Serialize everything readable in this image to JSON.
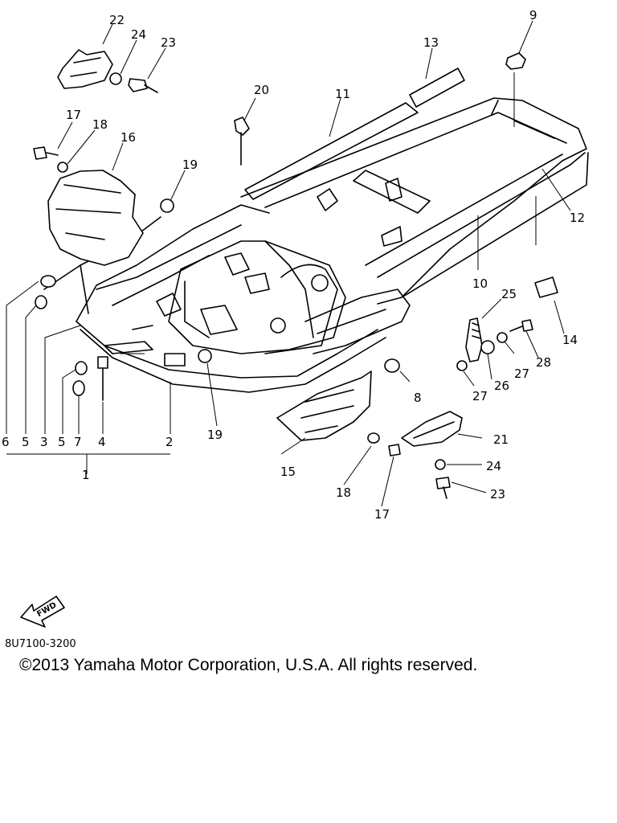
{
  "diagram": {
    "callouts": {
      "n1": "1",
      "n2": "2",
      "n3": "3",
      "n4": "4",
      "n5a": "5",
      "n5b": "5",
      "n6": "6",
      "n7": "7",
      "n8": "8",
      "n9": "9",
      "n10": "10",
      "n11": "11",
      "n12": "12",
      "n13": "13",
      "n14": "14",
      "n15": "15",
      "n16": "16",
      "n17a": "17",
      "n17b": "17",
      "n18a": "18",
      "n18b": "18",
      "n19a": "19",
      "n19b": "19",
      "n20": "20",
      "n21": "21",
      "n22": "22",
      "n23a": "23",
      "n23b": "23",
      "n24a": "24",
      "n24b": "24",
      "n25": "25",
      "n26": "26",
      "n27a": "27",
      "n27b": "27",
      "n28": "28"
    },
    "fwd_label": "FWD"
  },
  "footer": {
    "code": "8U7100-3200",
    "copyright": "©2013 Yamaha Motor Corporation, U.S.A. All rights reserved."
  }
}
